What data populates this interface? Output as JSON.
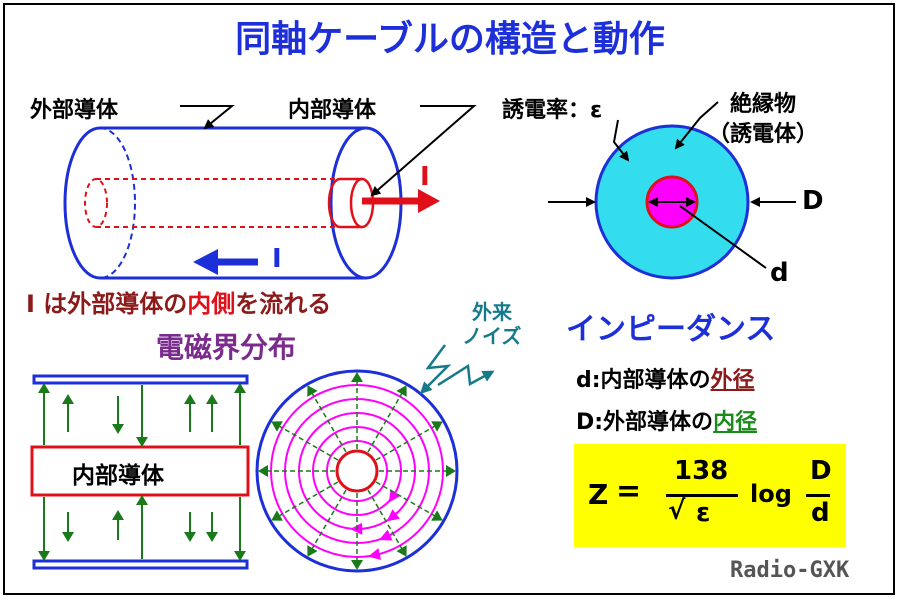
{
  "title": "同軸ケーブルの構造と動作",
  "cable": {
    "outer_label": "外部導体",
    "inner_label": "内部導体",
    "current_symbol": "I",
    "current_note_prefix": "I は外部導体の",
    "current_note_emph": "内側",
    "current_note_suffix": "を流れる"
  },
  "cross_section": {
    "permittivity_label": "誘電率：ε",
    "insulator_label": "絶縁物",
    "insulator_sub": "（誘電体）",
    "outer_dim": "D",
    "inner_dim": "d"
  },
  "field": {
    "heading": "電磁界分布",
    "conductor_label": "内部導体"
  },
  "noise_label_1": "外来",
  "noise_label_2": "ノイズ",
  "impedance": {
    "heading": "インピーダンス",
    "d_prefix": "d:内部導体の",
    "d_emph": "外径",
    "D_prefix": "D:外部導体の",
    "D_emph": "内径",
    "formula": {
      "lhs": "Z",
      "eq": "=",
      "numerator": "138",
      "root": "√",
      "epsilon": "ε",
      "log": "log",
      "frac_top": "D",
      "frac_bottom": "d"
    }
  },
  "credit": "Radio-GXK",
  "colors": {
    "blue": "#1c2fd8",
    "red": "#e0101a",
    "cyan": "#33ddee",
    "magenta": "#ff00ff",
    "green": "#1a7a1a",
    "yellow": "#ffff00"
  }
}
